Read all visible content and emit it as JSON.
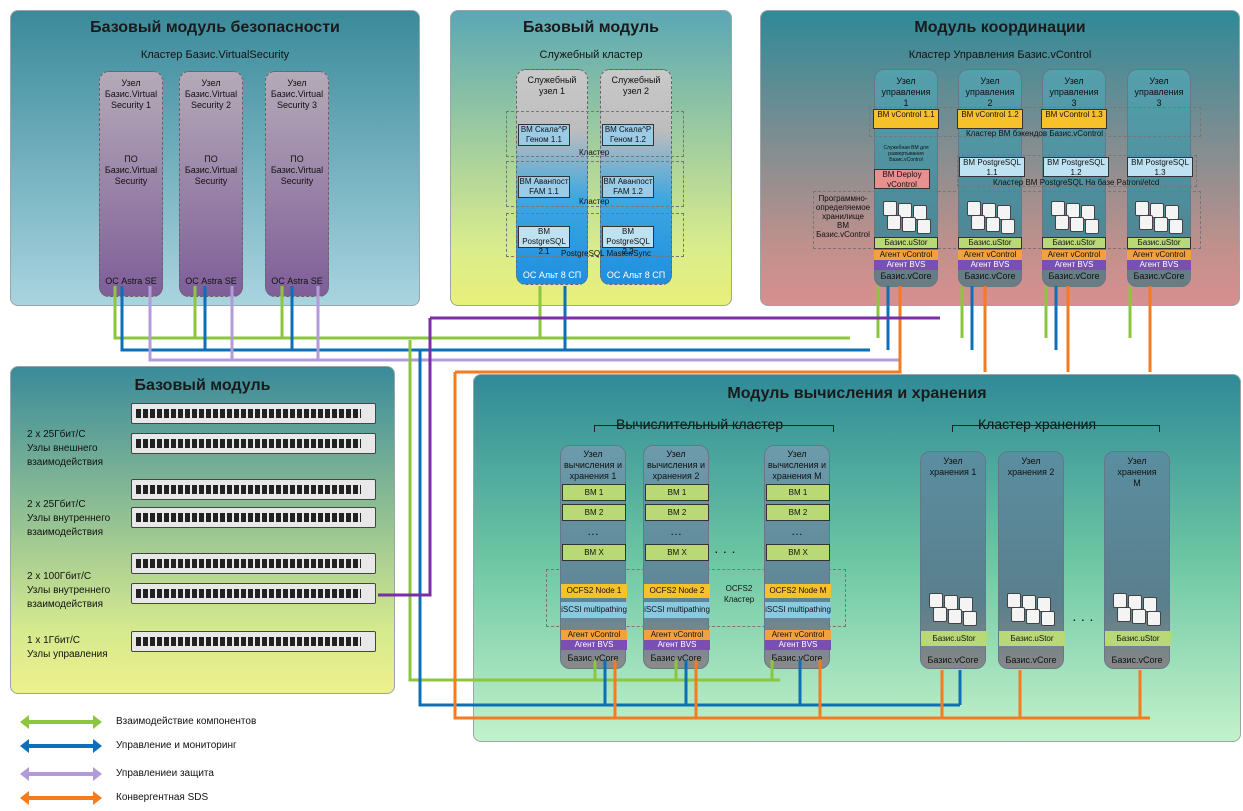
{
  "security": {
    "title": "Базовый модуль безопасности",
    "cluster": "Кластер Базис.VirtualSecurity",
    "nodes": [
      {
        "name": "Узел Базис.Virtual Security 1",
        "sw": "ПО Базис.Virtual Security",
        "os": "ОС Astra SE"
      },
      {
        "name": "Узел Базис.Virtual Security 2",
        "sw": "ПО Базис.Virtual Security",
        "os": "ОС Astra SE"
      },
      {
        "name": "Узел Базис.Virtual Security 3",
        "sw": "ПО Базис.Virtual Security",
        "os": "ОС Astra SE"
      }
    ]
  },
  "service": {
    "title": "Базовый модуль",
    "cluster": "Служебный кластер",
    "nodes": [
      {
        "name": "Служебный узел 1",
        "vm1": "ВМ Скала^Р Геном 1.1",
        "vm2": "ВМ Аванпост FAM 1.1",
        "vm3": "ВМ PostgreSQL 2.1",
        "os": "ОС Альт 8 СП"
      },
      {
        "name": "Служебный узел 2",
        "vm1": "ВМ Скала^Р Геном 1.2",
        "vm2": "ВМ Аванпост FAM 1.2",
        "vm3": "ВМ PostgreSQL 2.2",
        "os": "ОС Альт 8 СП"
      }
    ],
    "cluster_label": "Кластер",
    "pg_label": "PostgreSQL Master/Sync"
  },
  "coordination": {
    "title": "Модуль координации",
    "cluster": "Кластер Управления Базис.vControl",
    "nodes": [
      {
        "name": "Узел управления 1",
        "vc": "ВМ vControl 1.1",
        "pg": "ВМ PostgreSQL 1.1"
      },
      {
        "name": "Узел управления 2",
        "vc": "ВМ vControl 1.2",
        "pg": "ВМ PostgreSQL 1.2"
      },
      {
        "name": "Узел управления 3",
        "vc": "ВМ vControl 1.3",
        "pg": "ВМ PostgreSQL 1.3"
      },
      {
        "name": "Узел управления 3",
        "vc": "",
        "pg": "ВМ PostgreSQL 1.3"
      }
    ],
    "backend_cluster": "Кластер ВМ бэкендов Базис.vControl",
    "pg_cluster": "Кластер ВМ PostgreSQL На базе Patroni/etcd",
    "deploy_note": "Служебная ВМ для развертывания Базис.vControl",
    "deploy_vm": "ВМ Deploy vControl",
    "sds_label": "Программно-определяемое хранилище ВМ Базис.vControl",
    "ustor": "Базис.uStor",
    "agent_vc": "Агент vControl",
    "agent_bvs": "Агент BVS",
    "vcore": "Базис.vCore"
  },
  "switches": {
    "title": "Базовый модуль",
    "groups": [
      {
        "speed": "2 x 25Гбит/С",
        "desc1": "Узлы внешнего",
        "desc2": "взаимодействия"
      },
      {
        "speed": "2 x 25Гбит/С",
        "desc1": "Узлы внутреннего",
        "desc2": "взаимодействия"
      },
      {
        "speed": "2 x 100Гбит/С",
        "desc1": "Узлы внутреннего",
        "desc2": "взаимодействия"
      },
      {
        "speed": "1 x 1Гбит/С",
        "desc1": "Узлы управления",
        "desc2": ""
      }
    ]
  },
  "compute": {
    "title": "Модуль вычисления и хранения",
    "compute_cluster": "Вычислительный кластер",
    "storage_cluster": "Кластер хранения",
    "nodes": [
      {
        "name": "Узел вычисления и хранения 1",
        "ocfs": "OCFS2 Node 1"
      },
      {
        "name": "Узел вычисления и хранения 2",
        "ocfs": "OCFS2 Node 2"
      },
      {
        "name": "Узел вычисления и хранения M",
        "ocfs": "OCFS2 Node M"
      }
    ],
    "vm1": "ВМ 1",
    "vm2": "ВМ 2",
    "dots": "…",
    "vmx": "ВМ X",
    "iscsi": "iSCSI multipathing",
    "ocfs_cluster": "OCFS2 Кластер",
    "agent_vc": "Агент vControl",
    "agent_bvs": "Агент BVS",
    "vcore": "Базис.vCore",
    "hdots": "· · ·",
    "storage_nodes": [
      {
        "name": "Узел хранения 1"
      },
      {
        "name": "Узел хранения 2"
      },
      {
        "name": "Узел хранения M"
      }
    ],
    "ustor": "Базис.uStor",
    "svcore": "Базис.vCore"
  },
  "legend": [
    {
      "label": "Взаимодействие компонентов",
      "color": "#8cc63f"
    },
    {
      "label": "Управление и мониторинг",
      "color": "#0d6fb8"
    },
    {
      "label": "Управлениеи защита",
      "color": "#b19cd9"
    },
    {
      "label": "Конвергентная SDS",
      "color": "#f47b20"
    }
  ]
}
